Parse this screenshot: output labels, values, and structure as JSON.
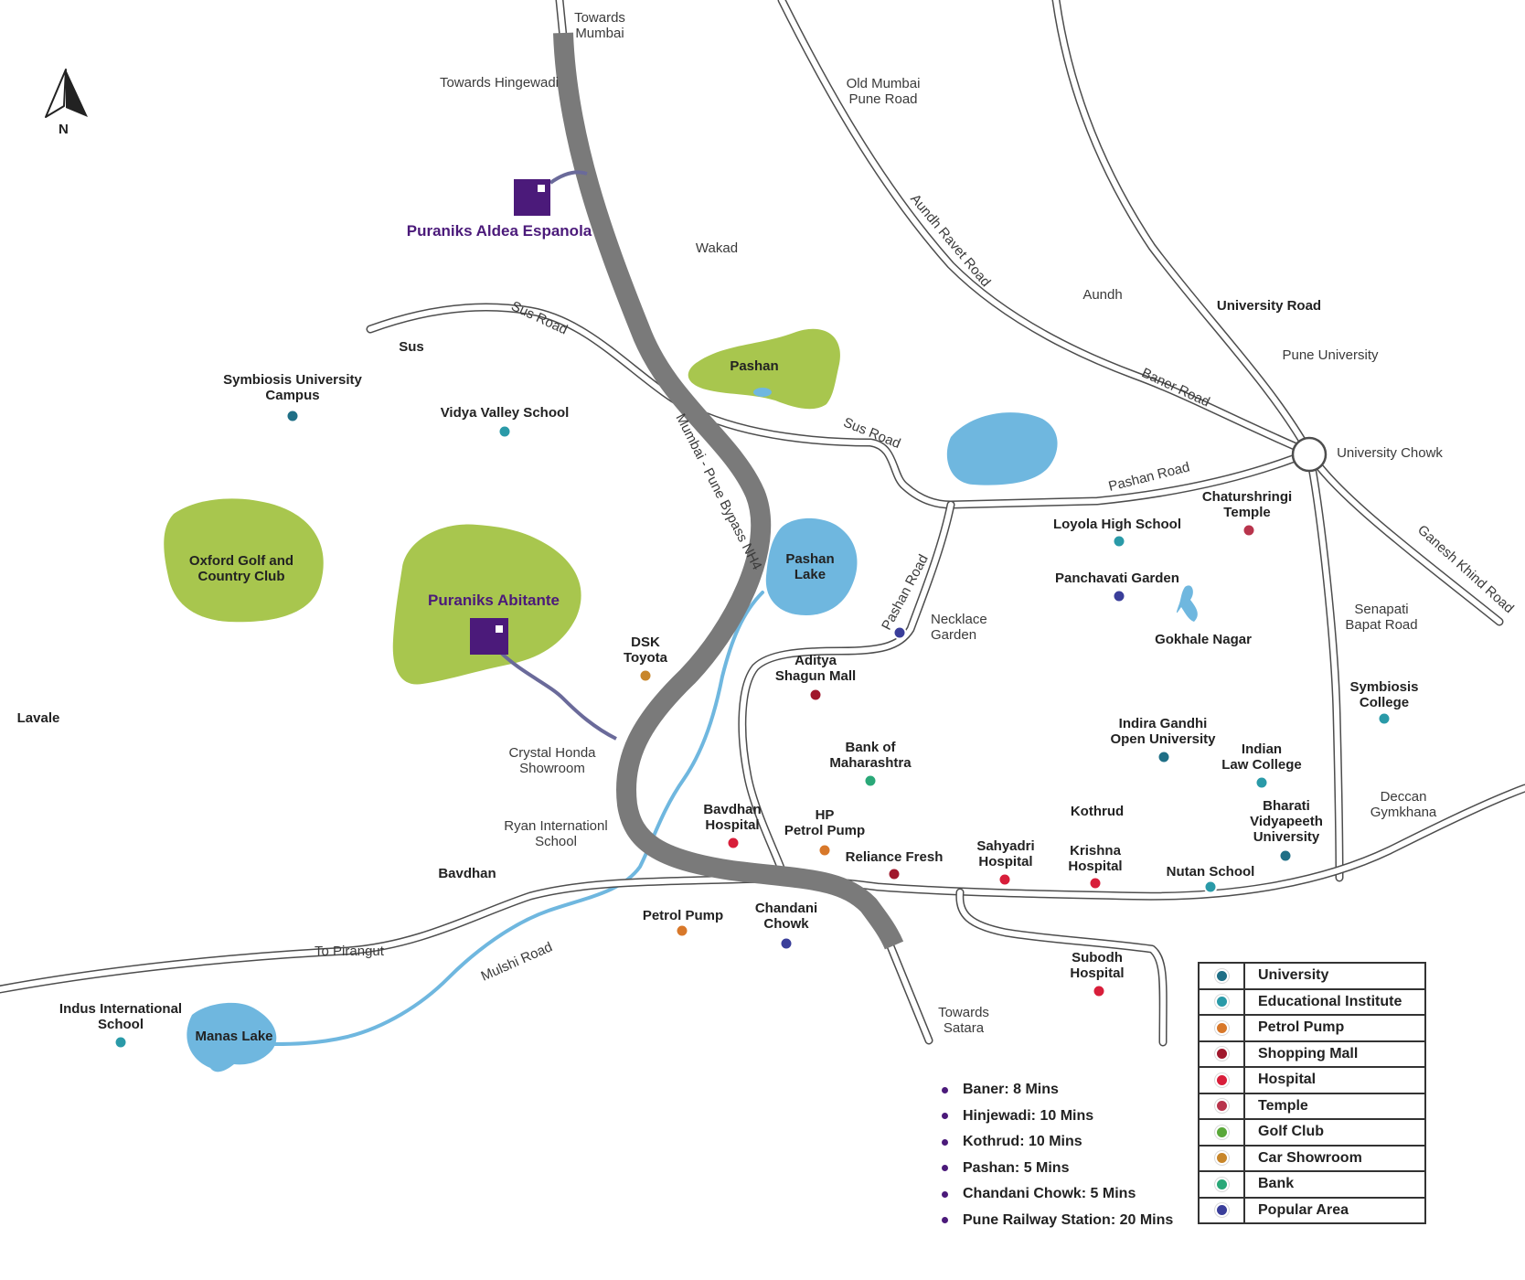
{
  "compass": {
    "label": "N"
  },
  "projects": [
    {
      "name": "Puraniks Aldea Espanola"
    },
    {
      "name": "Puraniks Abitante"
    }
  ],
  "roads": {
    "towards_mumbai": "Towards\nMumbai",
    "towards_hingewadi": "Towards Hingewadi",
    "old_mumbai_pune_road": "Old Mumbai\nPune Road",
    "aundh_ravet_road": "Aundh Ravet Road",
    "university_road": "University Road",
    "sus_road_1": "Sus Road",
    "sus_road_2": "Sus Road",
    "baner_road": "Baner Road",
    "pashan_road_1": "Pashan Road",
    "pashan_road_2": "Pashan Road",
    "bypass": "Mumbai - Pune Bypass NH4",
    "ganesh_khind_road": "Ganesh Khind Road",
    "senapati_bapat_road": "Senapati\nBapat Road",
    "to_pirangut": "To Pirangut",
    "mulshi_road": "Mulshi Road",
    "towards_satara": "Towards\nSatara",
    "university_chowk": "University Chowk"
  },
  "areas": {
    "wakad": "Wakad",
    "aundh": "Aundh",
    "pune_university": "Pune University",
    "sus": "Sus",
    "lavale": "Lavale",
    "bavdhan": "Bavdhan",
    "kothrud": "Kothrud",
    "gokhale_nagar": "Gokhale Nagar",
    "deccan_gymkhana": "Deccan\nGymkhana",
    "pashan": "Pashan",
    "pashan_lake": "Pashan\nLake",
    "manas_lake": "Manas Lake",
    "oxford_golf": "Oxford Golf and\nCountry Club"
  },
  "pois": [
    {
      "label": "Symbiosis University\nCampus",
      "type": "University"
    },
    {
      "label": "Vidya Valley School",
      "type": "Educational Institute"
    },
    {
      "label": "DSK\nToyota",
      "type": "Car Showroom"
    },
    {
      "label": "Crystal Honda\nShowroom",
      "type": "Car Showroom"
    },
    {
      "label": "Ryan Internationl\nSchool",
      "type": "Educational Institute"
    },
    {
      "label": "Indus International\nSchool",
      "type": "Educational Institute"
    },
    {
      "label": "Petrol Pump",
      "type": "Petrol Pump"
    },
    {
      "label": "Chandani\nChowk",
      "type": "Popular Area"
    },
    {
      "label": "Bavdhan\nHospital",
      "type": "Hospital"
    },
    {
      "label": "HP\nPetrol Pump",
      "type": "Petrol Pump"
    },
    {
      "label": "Reliance Fresh",
      "type": "Shopping Mall"
    },
    {
      "label": "Aditya\nShagun Mall",
      "type": "Shopping Mall"
    },
    {
      "label": "Bank of\nMaharashtra",
      "type": "Bank"
    },
    {
      "label": "Necklace\nGarden",
      "type": "Popular Area"
    },
    {
      "label": "Loyola High School",
      "type": "Educational Institute"
    },
    {
      "label": "Chaturshringi\nTemple",
      "type": "Temple"
    },
    {
      "label": "Panchavati Garden",
      "type": "Popular Area"
    },
    {
      "label": "Indira Gandhi\nOpen University",
      "type": "University"
    },
    {
      "label": "Indian\nLaw College",
      "type": "Educational Institute"
    },
    {
      "label": "Symbiosis\nCollege",
      "type": "Educational Institute"
    },
    {
      "label": "Sahyadri\nHospital",
      "type": "Hospital"
    },
    {
      "label": "Krishna\nHospital",
      "type": "Hospital"
    },
    {
      "label": "Nutan School",
      "type": "Educational Institute"
    },
    {
      "label": "Bharati\nVidyapeeth\nUniversity",
      "type": "University"
    },
    {
      "label": "Subodh\nHospital",
      "type": "Hospital"
    }
  ],
  "legend": [
    {
      "label": "University",
      "color": "#1f6f86"
    },
    {
      "label": "Educational Institute",
      "color": "#2a9aa8"
    },
    {
      "label": "Petrol Pump",
      "color": "#d8782a"
    },
    {
      "label": "Shopping Mall",
      "color": "#a0182c"
    },
    {
      "label": "Hospital",
      "color": "#d81e3a"
    },
    {
      "label": "Temple",
      "color": "#b8344c"
    },
    {
      "label": "Golf Club",
      "color": "#5aa83a"
    },
    {
      "label": "Car Showroom",
      "color": "#c8862a"
    },
    {
      "label": "Bank",
      "color": "#2aa878"
    },
    {
      "label": "Popular Area",
      "color": "#3a3e9a"
    }
  ],
  "distances": [
    {
      "text": "Baner: 8 Mins"
    },
    {
      "text": "Hinjewadi: 10 Mins"
    },
    {
      "text": "Kothrud: 10 Mins"
    },
    {
      "text": "Pashan: 5 Mins"
    },
    {
      "text": "Chandani Chowk: 5 Mins"
    },
    {
      "text": "Pune Railway Station: 20 Mins"
    }
  ],
  "colors": {
    "project": "#4b1a7a",
    "green_area": "#a8c64e",
    "water": "#6fb7df",
    "highway": "#7a7a7a"
  }
}
